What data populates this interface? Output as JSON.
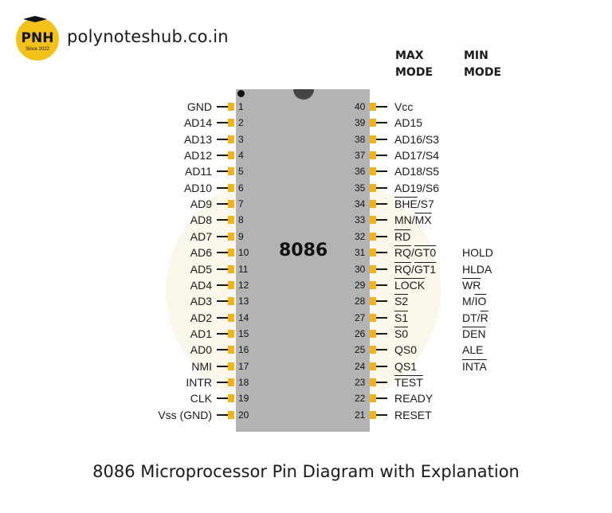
{
  "site": {
    "name": "polynoteshub.co.in",
    "logo_text": "PNH",
    "logo_sub": "Since 2022"
  },
  "headers": {
    "max_mode": "MAX MODE",
    "min_mode": "MIN MODE"
  },
  "chip": {
    "label": "8086"
  },
  "left_pins": [
    {
      "num": "1",
      "label": "GND"
    },
    {
      "num": "2",
      "label": "AD14"
    },
    {
      "num": "3",
      "label": "AD13"
    },
    {
      "num": "4",
      "label": "AD12"
    },
    {
      "num": "5",
      "label": "AD11"
    },
    {
      "num": "6",
      "label": "AD10"
    },
    {
      "num": "7",
      "label": "AD9"
    },
    {
      "num": "8",
      "label": "AD8"
    },
    {
      "num": "9",
      "label": "AD7"
    },
    {
      "num": "10",
      "label": "AD6"
    },
    {
      "num": "11",
      "label": "AD5"
    },
    {
      "num": "12",
      "label": "AD4"
    },
    {
      "num": "13",
      "label": "AD3"
    },
    {
      "num": "14",
      "label": "AD2"
    },
    {
      "num": "15",
      "label": "AD1"
    },
    {
      "num": "16",
      "label": "AD0"
    },
    {
      "num": "17",
      "label": "NMI"
    },
    {
      "num": "18",
      "label": "INTR"
    },
    {
      "num": "19",
      "label": "CLK"
    },
    {
      "num": "20",
      "label": "Vss (GND)"
    }
  ],
  "right_pins": [
    {
      "num": "40",
      "label": "Vcc"
    },
    {
      "num": "39",
      "label": "AD15"
    },
    {
      "num": "38",
      "label": "AD16/S3"
    },
    {
      "num": "37",
      "label": "AD17/S4"
    },
    {
      "num": "36",
      "label": "AD18/S5"
    },
    {
      "num": "35",
      "label": "AD19/S6"
    },
    {
      "num": "34",
      "label": "BHE/S7"
    },
    {
      "num": "33",
      "label": "MN/MX"
    },
    {
      "num": "32",
      "label": "RD"
    },
    {
      "num": "31",
      "label": "RQ/GT0"
    },
    {
      "num": "30",
      "label": "RQ/GT1"
    },
    {
      "num": "29",
      "label": "LOCK"
    },
    {
      "num": "28",
      "label": "S2"
    },
    {
      "num": "27",
      "label": "S1"
    },
    {
      "num": "26",
      "label": "S0"
    },
    {
      "num": "25",
      "label": "QS0"
    },
    {
      "num": "24",
      "label": "QS1"
    },
    {
      "num": "23",
      "label": "TEST"
    },
    {
      "num": "22",
      "label": "READY"
    },
    {
      "num": "21",
      "label": "RESET"
    }
  ],
  "min_mode": [
    {
      "pin": "31",
      "label": "HOLD"
    },
    {
      "pin": "30",
      "label": "HLDA"
    },
    {
      "pin": "29",
      "label": "WR"
    },
    {
      "pin": "28",
      "label": "M/IO"
    },
    {
      "pin": "27",
      "label": "DT/R"
    },
    {
      "pin": "26",
      "label": "DEN"
    },
    {
      "pin": "25",
      "label": "ALE"
    },
    {
      "pin": "24",
      "label": "INTA"
    }
  ],
  "caption": "8086 Microprocessor Pin Diagram with Explanation"
}
